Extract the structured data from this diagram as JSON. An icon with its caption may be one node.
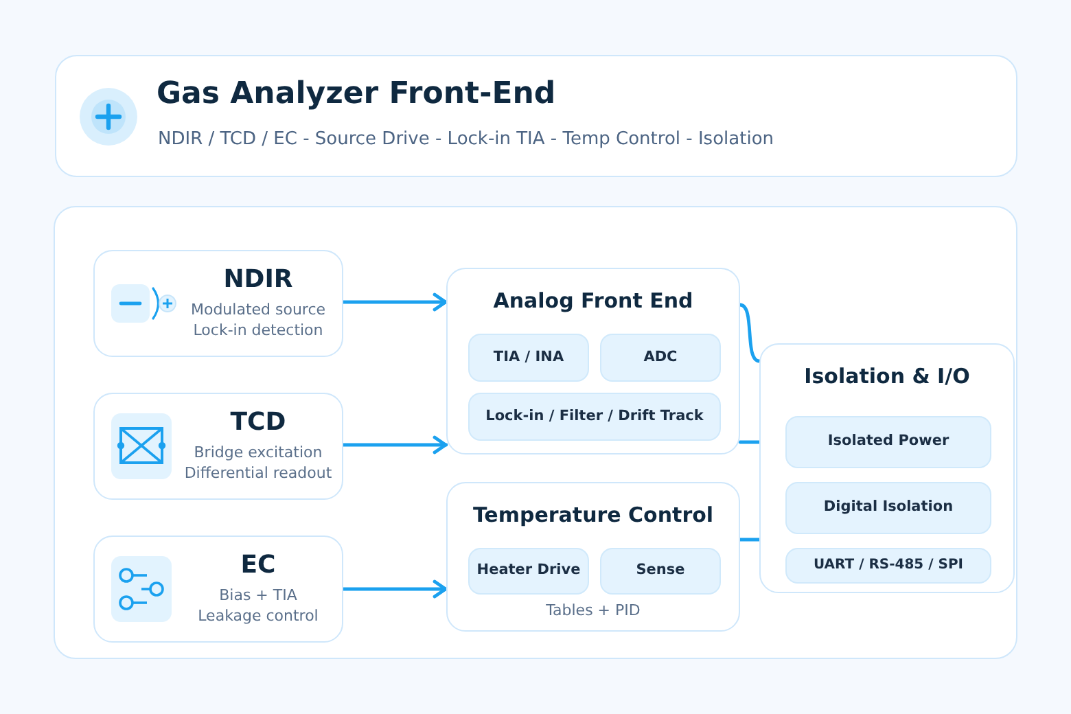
{
  "diagram": {
    "title": "Gas Analyzer Front-End",
    "nodes": [
      {
        "text": [
          "NDIR",
          "Modulated source",
          "Lock-in detection"
        ]
      },
      {
        "text": [
          "TCD",
          "Bridge excitation",
          "Differential readout"
        ]
      },
      {
        "text": [
          "EC",
          "Bias + TIA",
          "Leakage control"
        ]
      },
      {
        "text": [
          "Analog Front End"
        ]
      },
      {
        "text": [
          "TIA / INA"
        ],
        "in": 3
      },
      {
        "text": [
          "ADC"
        ],
        "in": 3
      },
      {
        "text": [
          "Lock-in / Filter / Drift Track"
        ],
        "in": 3
      },
      {
        "text": [
          "Temperature Control",
          "Tables + PID"
        ]
      },
      {
        "text": [
          "Heater Drive"
        ],
        "in": 7
      },
      {
        "text": [
          "Sense"
        ],
        "in": 7
      },
      {
        "text": [
          "Isolation & I/O"
        ]
      },
      {
        "text": [
          "Isolated Power"
        ],
        "in": 10
      },
      {
        "text": [
          "Digital Isolation"
        ],
        "in": 10
      },
      {
        "text": [
          "UART / RS-485 / SPI"
        ],
        "in": 10
      }
    ],
    "edges": [
      {
        "from": 0,
        "to": 3,
        "arrow": "to"
      },
      {
        "from": 1,
        "to": 3,
        "arrow": "to"
      },
      {
        "from": 2,
        "to": 7,
        "arrow": "to"
      },
      {
        "from": 3,
        "to": 10,
        "arrow": "none"
      },
      {
        "from": 3,
        "to": 10,
        "arrow": "none"
      },
      {
        "from": 7,
        "to": 10,
        "arrow": "none"
      }
    ],
    "labels": [
      "NDIR / TCD / EC - Source Drive - Lock-in TIA - Temp Control - Isolation"
    ]
  }
}
